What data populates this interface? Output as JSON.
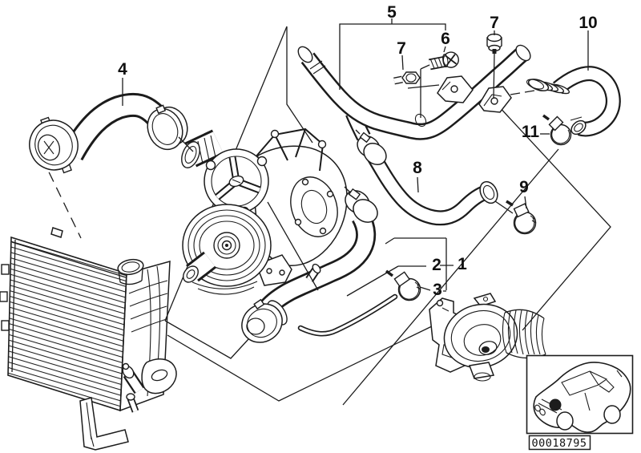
{
  "colors": {
    "background": "#ffffff",
    "line_art": "#1c1c1c"
  },
  "callouts": [
    {
      "id": "1",
      "label": "1"
    },
    {
      "id": "2",
      "label": "2"
    },
    {
      "id": "3",
      "label": "3"
    },
    {
      "id": "4",
      "label": "4"
    },
    {
      "id": "5",
      "label": "5"
    },
    {
      "id": "6",
      "label": "6"
    },
    {
      "id": "7a",
      "label": "7"
    },
    {
      "id": "7b",
      "label": "7"
    },
    {
      "id": "8",
      "label": "8"
    },
    {
      "id": "9",
      "label": "9"
    },
    {
      "id": "10",
      "label": "10"
    },
    {
      "id": "11",
      "label": "11"
    }
  ],
  "inset": {
    "part_number": "00018795"
  }
}
